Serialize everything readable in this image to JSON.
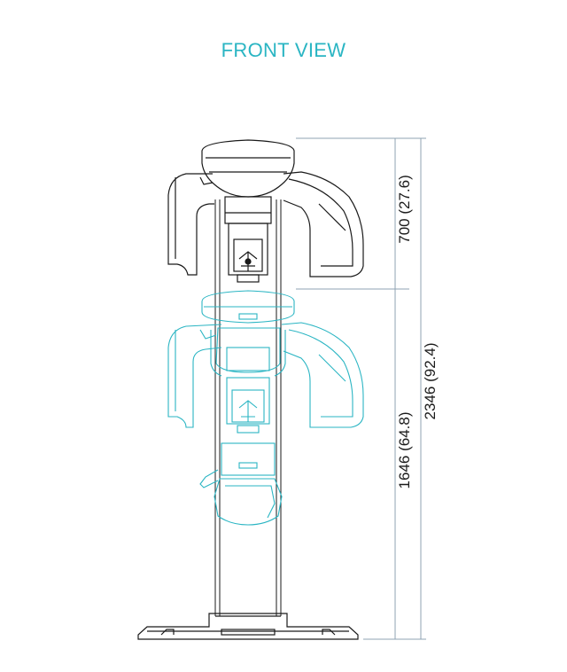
{
  "title": "FRONT VIEW",
  "dimensions": {
    "upper": "700 (27.6)",
    "lower": "1646 (64.8)",
    "total": "2346 (92.4)"
  },
  "colors": {
    "title": "#2ab5c3",
    "raised_position": "#1a1a1a",
    "lowered_position": "#2ab5c3",
    "dimension_lines": "#8fa3b3"
  }
}
